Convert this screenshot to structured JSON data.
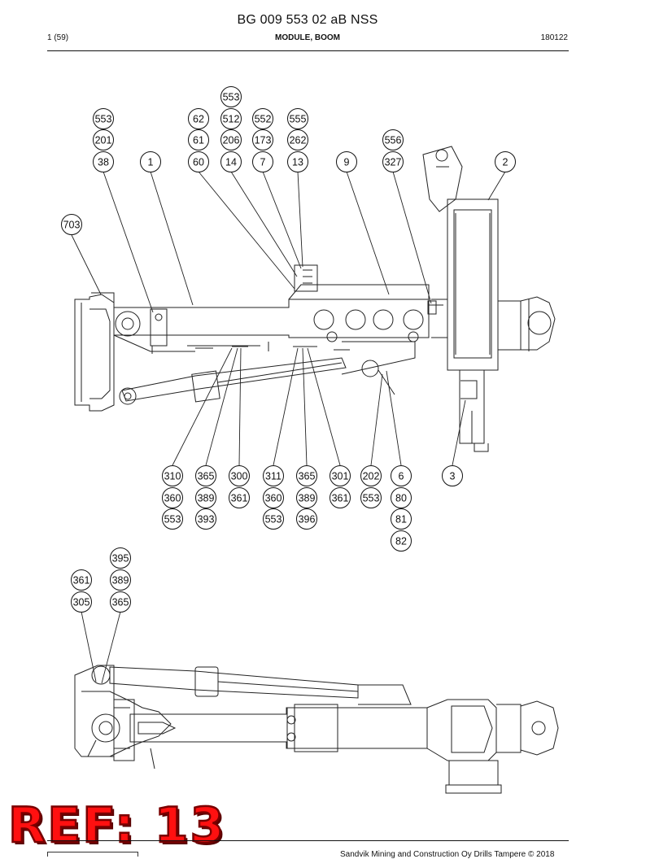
{
  "header": {
    "title": "BG 009 553 02 aB NSS",
    "page": "1 (59)",
    "section": "MODULE, BOOM",
    "date": "180122"
  },
  "callouts_top": [
    "553",
    "553",
    "201",
    "38",
    "62",
    "61",
    "60",
    "512",
    "206",
    "14",
    "552",
    "173",
    "7",
    "555",
    "262",
    "13",
    "556",
    "327",
    "1",
    "9",
    "2",
    "703"
  ],
  "callouts_bottom_row": [
    "310",
    "360",
    "553",
    "365",
    "389",
    "393",
    "300",
    "361",
    "311",
    "360",
    "553",
    "365",
    "389",
    "396",
    "301",
    "361",
    "202",
    "553",
    "6",
    "80",
    "81",
    "82",
    "3"
  ],
  "callouts_lower_view": [
    "395",
    "389",
    "365",
    "361",
    "305"
  ],
  "ref_label": "REF: 13",
  "footer": {
    "text": "Sandvik Mining and Construction Oy Drills Tampere © 2018"
  }
}
